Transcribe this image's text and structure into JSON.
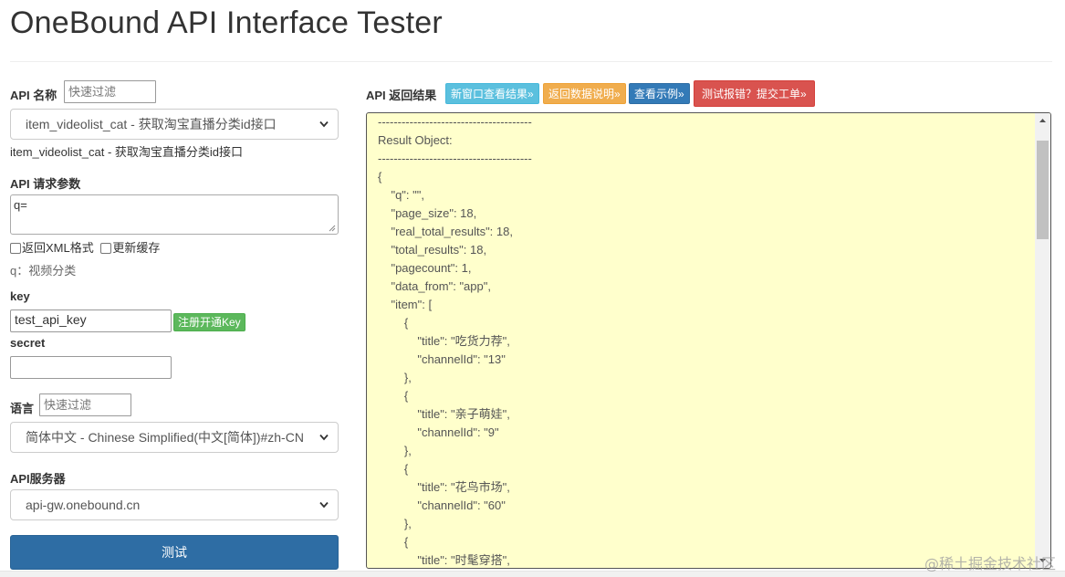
{
  "header": {
    "title": "OneBound API Interface Tester"
  },
  "api_name": {
    "label": "API 名称",
    "filter_placeholder": "快速过滤",
    "selected": "item_videolist_cat - 获取淘宝直播分类id接口",
    "description": "item_videolist_cat - 获取淘宝直播分类id接口"
  },
  "params": {
    "label": "API 请求参数",
    "value": "q=",
    "xml_option": "返回XML格式",
    "cache_option": "更新缓存",
    "hint": "q：视频分类"
  },
  "key": {
    "label": "key",
    "value": "test_api_key",
    "register_button": "注册开通Key"
  },
  "secret": {
    "label": "secret",
    "value": ""
  },
  "language": {
    "label": "语言",
    "filter_placeholder": "快速过滤",
    "selected": "简体中文 - Chinese Simplified(中文[简体])#zh-CN"
  },
  "server": {
    "label": "API服务器",
    "selected": "api-gw.onebound.cn"
  },
  "submit_label": "测试",
  "result": {
    "label": "API 返回结果",
    "buttons": {
      "new_window": "新窗口查看结果»",
      "data_desc": "返回数据说明»",
      "example": "查看示例»",
      "report": "测试报错？提交工单»"
    },
    "text": "---------------------------------------\nResult Object:\n---------------------------------------\n{\n\t\"q\": \"\",\n\t\"page_size\": 18,\n\t\"real_total_results\": 18,\n\t\"total_results\": 18,\n\t\"pagecount\": 1,\n\t\"data_from\": \"app\",\n\t\"item\": [\n\t\t{\n\t\t\t\"title\": \"吃货力荐\",\n\t\t\t\"channelId\": \"13\"\n\t\t},\n\t\t{\n\t\t\t\"title\": \"亲子萌娃\",\n\t\t\t\"channelId\": \"9\"\n\t\t},\n\t\t{\n\t\t\t\"title\": \"花鸟市场\",\n\t\t\t\"channelId\": \"60\"\n\t\t},\n\t\t{\n\t\t\t\"title\": \"时髦穿搭\","
  },
  "watermark": "@稀土掘金技术社区",
  "colors": {
    "primary": "#2e6da4",
    "result_bg": "#ffffcc",
    "success": "#5cb85c",
    "danger": "#d9534f"
  },
  "icons": {
    "select_arrow": "chevron-down-icon",
    "scroll_up": "scroll-up-arrow-icon",
    "scroll_down": "scroll-down-arrow-icon"
  }
}
